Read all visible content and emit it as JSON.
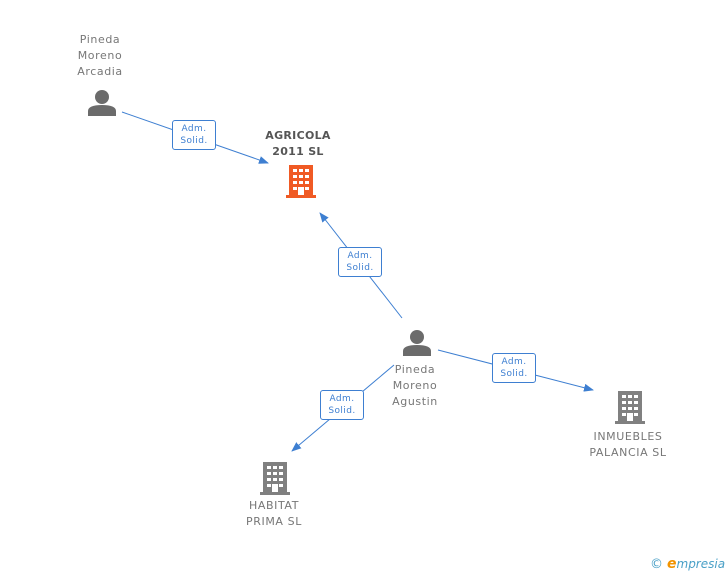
{
  "nodes": {
    "pineda_arcadia": {
      "name": "Pineda\nMoreno\nArcadia"
    },
    "agricola": {
      "name": "AGRICOLA\n2011 SL"
    },
    "pineda_agustin": {
      "name": "Pineda\nMoreno\nAgustin"
    },
    "inmuebles": {
      "name": "INMUEBLES\nPALANCIA SL"
    },
    "habitat": {
      "name": "HABITAT\nPRIMA SL"
    }
  },
  "edges": [
    {
      "line1": "Adm.",
      "line2": "Solid."
    },
    {
      "line1": "Adm.",
      "line2": "Solid."
    },
    {
      "line1": "Adm.",
      "line2": "Solid."
    },
    {
      "line1": "Adm.",
      "line2": "Solid."
    }
  ],
  "brand": {
    "copyright": "©",
    "initial": "e",
    "rest": "mpresia"
  },
  "colors": {
    "highlight": "#f05a24",
    "company": "#808080",
    "person": "#6b6b6b",
    "edge": "#3e7fd1"
  }
}
